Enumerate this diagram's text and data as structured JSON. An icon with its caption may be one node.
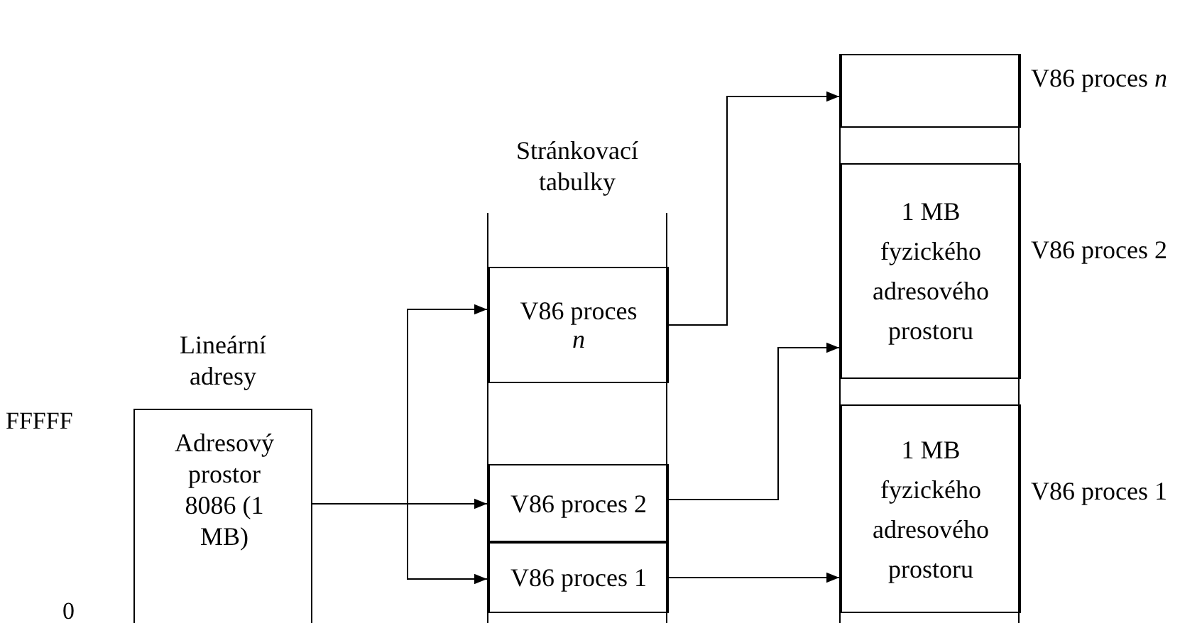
{
  "diagram": {
    "nodes": [
      {
        "text": [
          "Lineární adresy",
          "Adresový prostor 8086 (1 MB)"
        ]
      },
      {
        "text": [
          "Stránkovací tabulky"
        ]
      },
      {
        "text": [
          "V86 proces *n*"
        ],
        "in": 1
      },
      {
        "text": [
          "V86 proces 2"
        ],
        "in": 1
      },
      {
        "text": [
          "V86 proces 1"
        ],
        "in": 1
      },
      {
        "text": [],
        "shape": "box"
      },
      {
        "text": [],
        "shape": "box",
        "in": 5,
        "beside": [
          "V86 proces *n*"
        ]
      },
      {
        "text": [
          "1 MB fyzického adresového prostoru"
        ],
        "in": 5,
        "beside": [
          "V86 proces 2"
        ]
      },
      {
        "text": [
          "1 MB fyzického adresového prostoru"
        ],
        "in": 5,
        "beside": [
          "V86 proces 1"
        ]
      }
    ],
    "edges": [
      {
        "from": 0,
        "to": 2,
        "arrow": "to"
      },
      {
        "from": 0,
        "to": 3,
        "arrow": "to"
      },
      {
        "from": 0,
        "to": 4,
        "arrow": "to"
      },
      {
        "from": 2,
        "to": 6,
        "arrow": "to"
      },
      {
        "from": 3,
        "to": 7,
        "arrow": "to"
      },
      {
        "from": 4,
        "to": 8,
        "arrow": "to"
      }
    ],
    "labels": [
      "FFFFF",
      "0"
    ]
  }
}
